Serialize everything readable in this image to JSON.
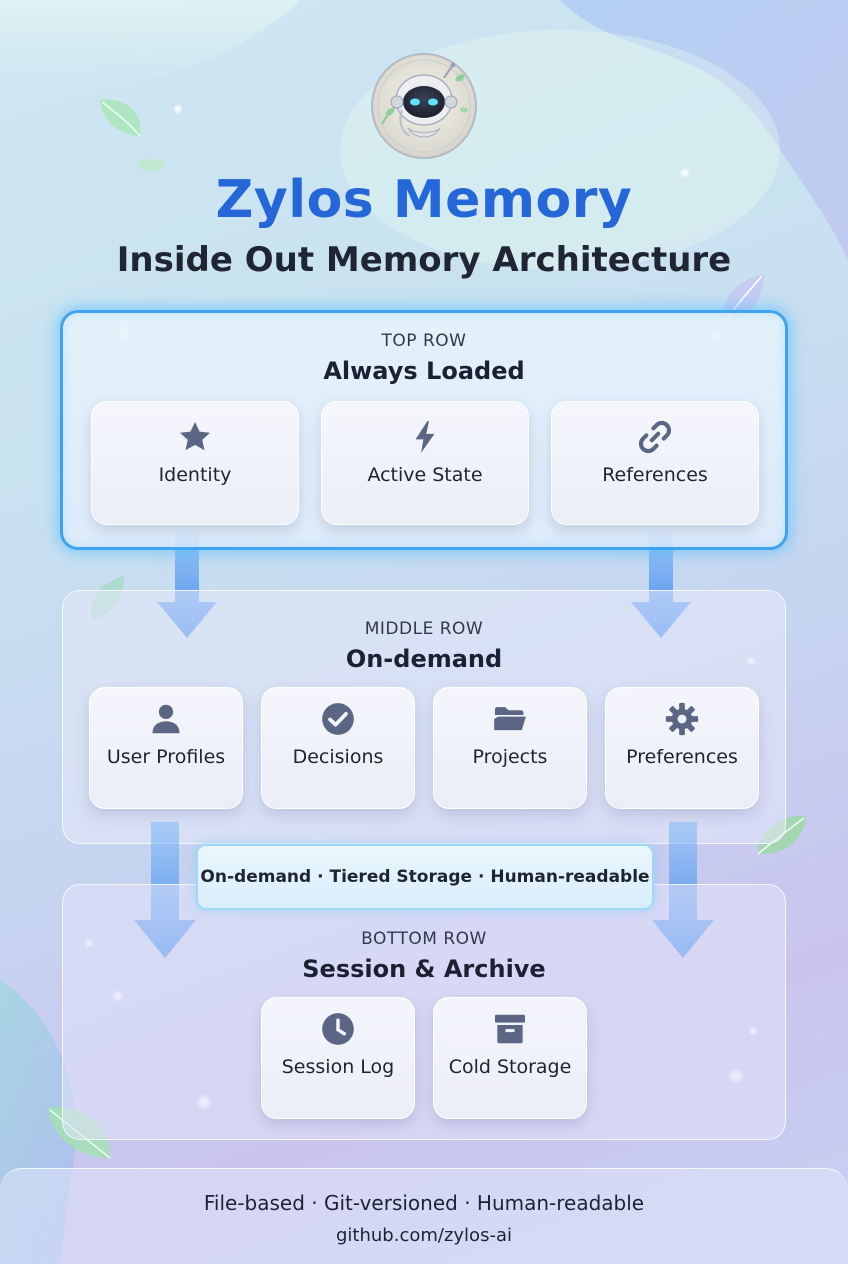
{
  "header": {
    "title": "Zylos Memory",
    "subtitle": "Inside Out Memory Architecture"
  },
  "rows": {
    "top": {
      "kicker": "TOP ROW",
      "title": "Always Loaded",
      "cards": [
        {
          "label": "Identity",
          "icon": "star-icon"
        },
        {
          "label": "Active State",
          "icon": "lightning-icon"
        },
        {
          "label": "References",
          "icon": "link-icon"
        }
      ]
    },
    "middle": {
      "kicker": "MIDDLE ROW",
      "title": "On-demand",
      "cards": [
        {
          "label": "User Profiles",
          "icon": "user-icon"
        },
        {
          "label": "Decisions",
          "icon": "check-circle-icon"
        },
        {
          "label": "Projects",
          "icon": "folder-icon"
        },
        {
          "label": "Preferences",
          "icon": "gear-icon"
        }
      ]
    },
    "bottom": {
      "kicker": "BOTTOM ROW",
      "title": "Session & Archive",
      "cards": [
        {
          "label": "Session Log",
          "icon": "clock-icon"
        },
        {
          "label": "Cold Storage",
          "icon": "archive-box-icon"
        }
      ]
    }
  },
  "tagline": "On-demand · Tiered Storage · Human-readable",
  "footer": {
    "line1": "File-based · Git-versioned · Human-readable",
    "line2": "github.com/zylos-ai"
  },
  "colors": {
    "title": "#2566d8",
    "top_row_border": "#3fa3f0",
    "arrow": "#3f86ec",
    "icon": "#5b6684"
  }
}
